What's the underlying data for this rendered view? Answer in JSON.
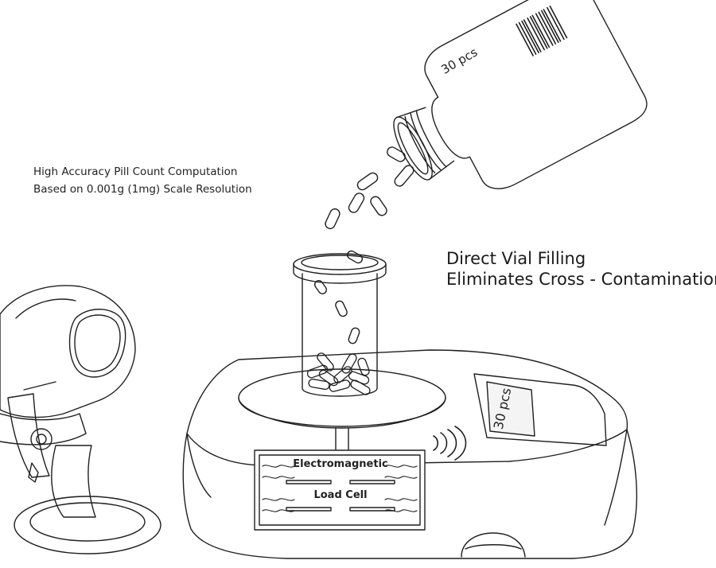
{
  "captions": {
    "accuracy_line1": "High Accuracy Pill Count Computation",
    "accuracy_line2": "Based on 0.001g (1mg) Scale Resolution",
    "vial_line1": "Direct Vial Filling",
    "vial_line2": "Eliminates Cross - Contamination"
  },
  "bottle": {
    "label": "30 pcs"
  },
  "display": {
    "readout": "30 pcs"
  },
  "load_cell": {
    "line1": "Electromagnetic",
    "line2": "Load Cell"
  }
}
